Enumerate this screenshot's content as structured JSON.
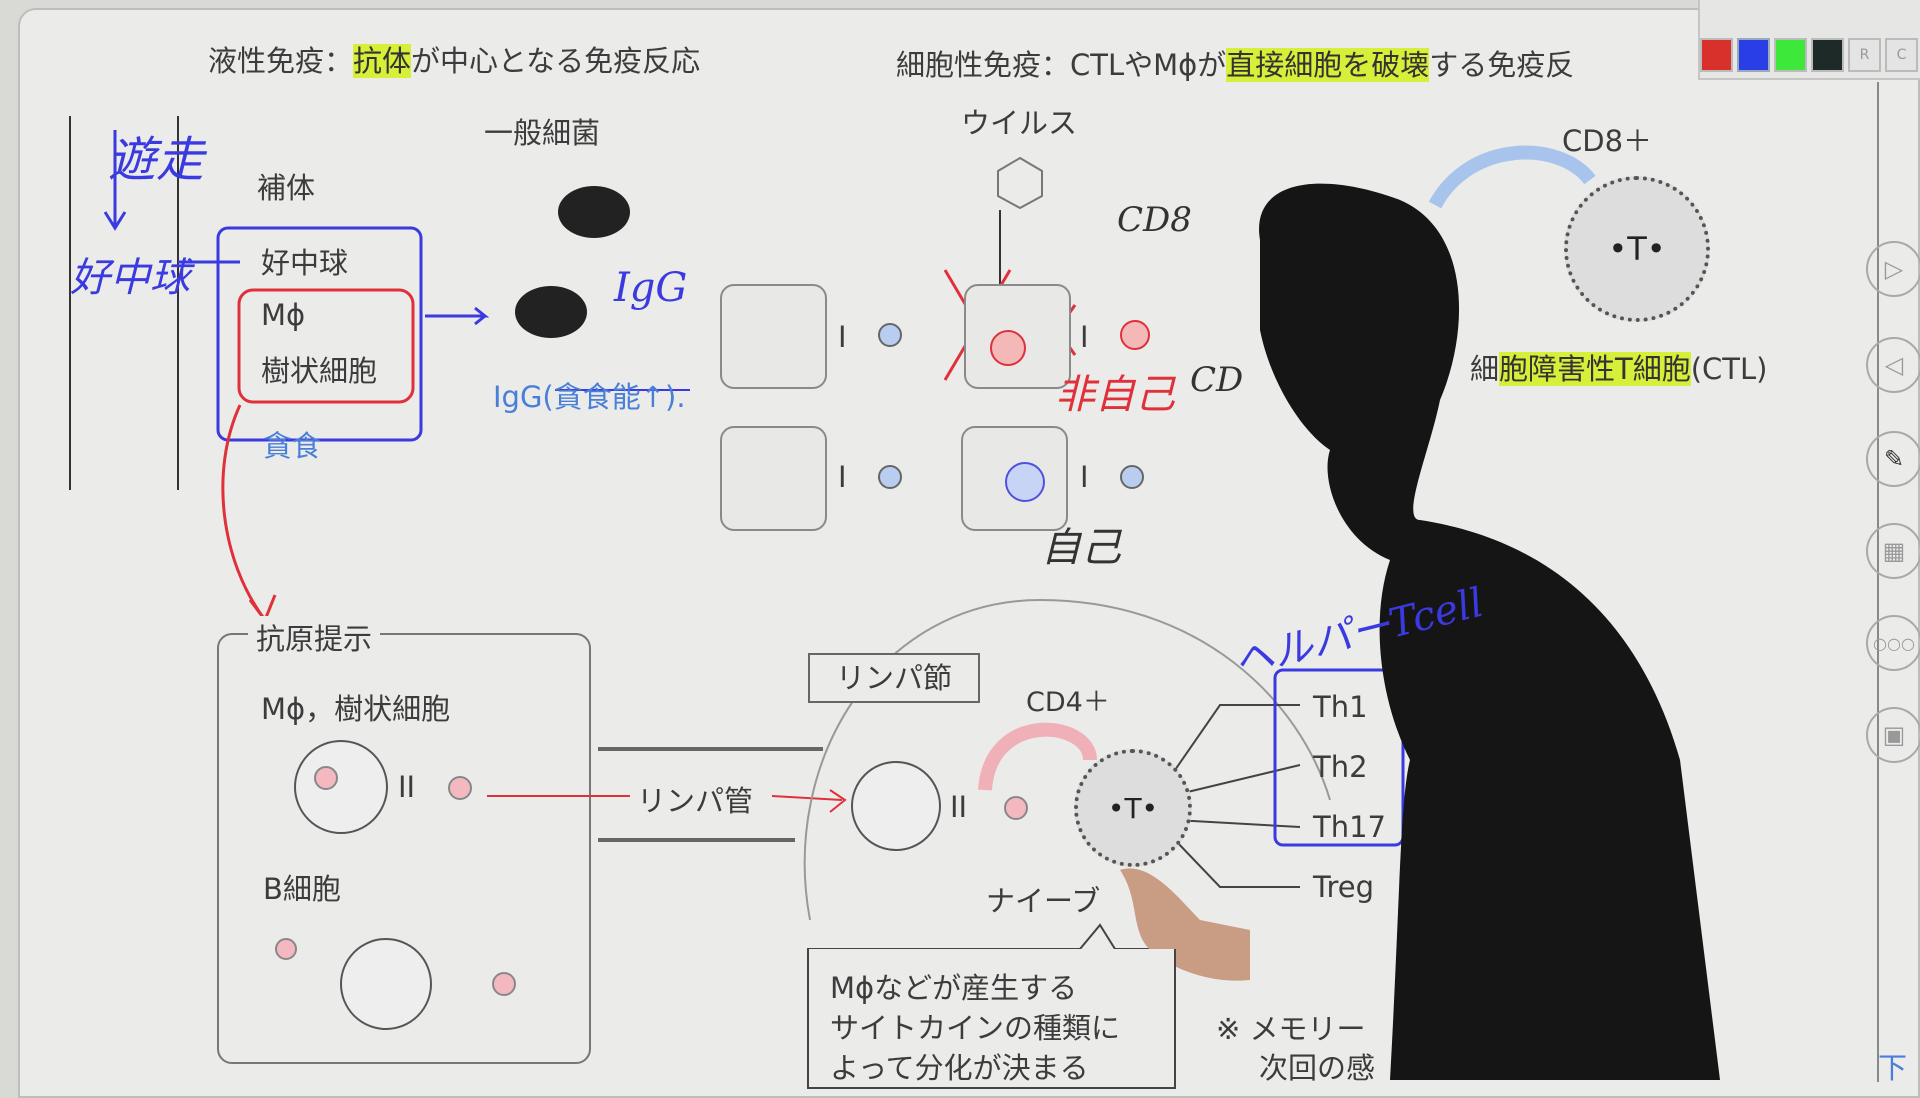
{
  "header": {
    "humoral_prefix": "液性免疫：",
    "humoral_highlight": "抗体",
    "humoral_suffix": "が中心となる免疫反応",
    "cellular_prefix": "細胞性免疫：CTLやMϕが",
    "cellular_highlight": "直接細胞を破壊",
    "cellular_suffix": "する免疫反"
  },
  "toolbar": {
    "colors": [
      "#d8302a",
      "#2a3ee8",
      "#3ee83a",
      "#1e2a28"
    ],
    "r_label": "R",
    "c_label": "C"
  },
  "sidebar": {
    "buttons": [
      "next-icon",
      "prev-icon",
      "pen-icon",
      "whiteboard-icon",
      "more-icon",
      "screen-icon"
    ],
    "bottom_label": "下"
  },
  "left": {
    "complement": "補体",
    "neutrophil": "好中球",
    "macrophage": "Mϕ",
    "dendritic": "樹状細胞",
    "phagocytosis": "貪食",
    "bacteria_label": "一般細菌",
    "igg_note": "IgG(貪食能↑).",
    "handwritten_migration": "遊走",
    "handwritten_chemotaxis": "好中球",
    "handwritten_igg": "IgG"
  },
  "virus": {
    "label": "ウイルス",
    "handwritten_cd8": "CD8",
    "handwritten_nonself": "非自己",
    "handwritten_self": "自己",
    "handwritten_cd": "CD"
  },
  "ctl": {
    "cd8": "CD8＋",
    "t_label": "•T•",
    "name_prefix": "細",
    "name_highlight": "胞障害性T細胞",
    "name_suffix": "(CTL)"
  },
  "antigen": {
    "title": "抗原提示",
    "apc": "Mϕ，樹状細胞",
    "bcell": "B細胞",
    "mhc2": "II",
    "lymph_vessel": "リンパ管"
  },
  "lymph": {
    "node_label": "リンパ節",
    "cd4": "CD4＋",
    "t_label": "•T•",
    "naive": "ナイーブ",
    "helpers": [
      "Th1",
      "Th2",
      "Th17",
      "Treg"
    ],
    "handwritten_helper": "ヘルパーTcell",
    "note_lines": [
      "Mϕなどが産生する",
      "サイトカインの種類に",
      "よって分化が決まる"
    ],
    "note_underlined": "サイトカイン",
    "note_rest": "の種類に",
    "memory_line1": "※ メモリー",
    "memory_line2": "次回の感"
  },
  "mhc1": "I"
}
